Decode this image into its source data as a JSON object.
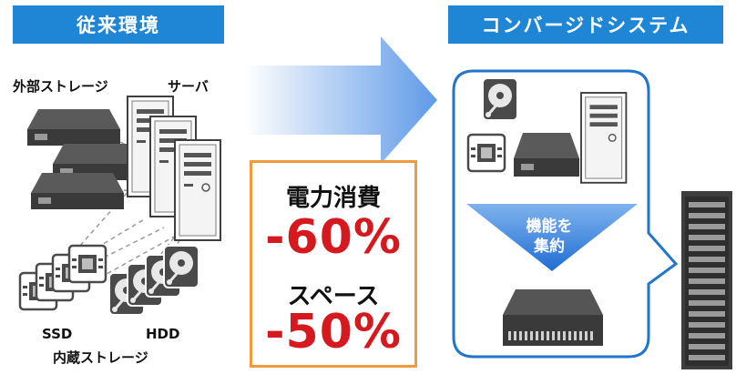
{
  "headers": {
    "traditional": "従来環境",
    "converged": "コンバージドシステム"
  },
  "labels": {
    "external_storage": "外部ストレージ",
    "server": "サーバ",
    "ssd": "SSD",
    "hdd": "HDD",
    "internal_storage": "内蔵ストレージ"
  },
  "stats": {
    "power_label": "電力消費",
    "power_value": "-60%",
    "space_label": "スペース",
    "space_value": "-50%"
  },
  "consolidate": {
    "line1": "機能を",
    "line2": "集約"
  },
  "colors": {
    "header_blue": "#1f86d6",
    "stat_red": "#d6191e",
    "box_orange": "#f19a3e",
    "device_gray": "#4a4a4a"
  }
}
